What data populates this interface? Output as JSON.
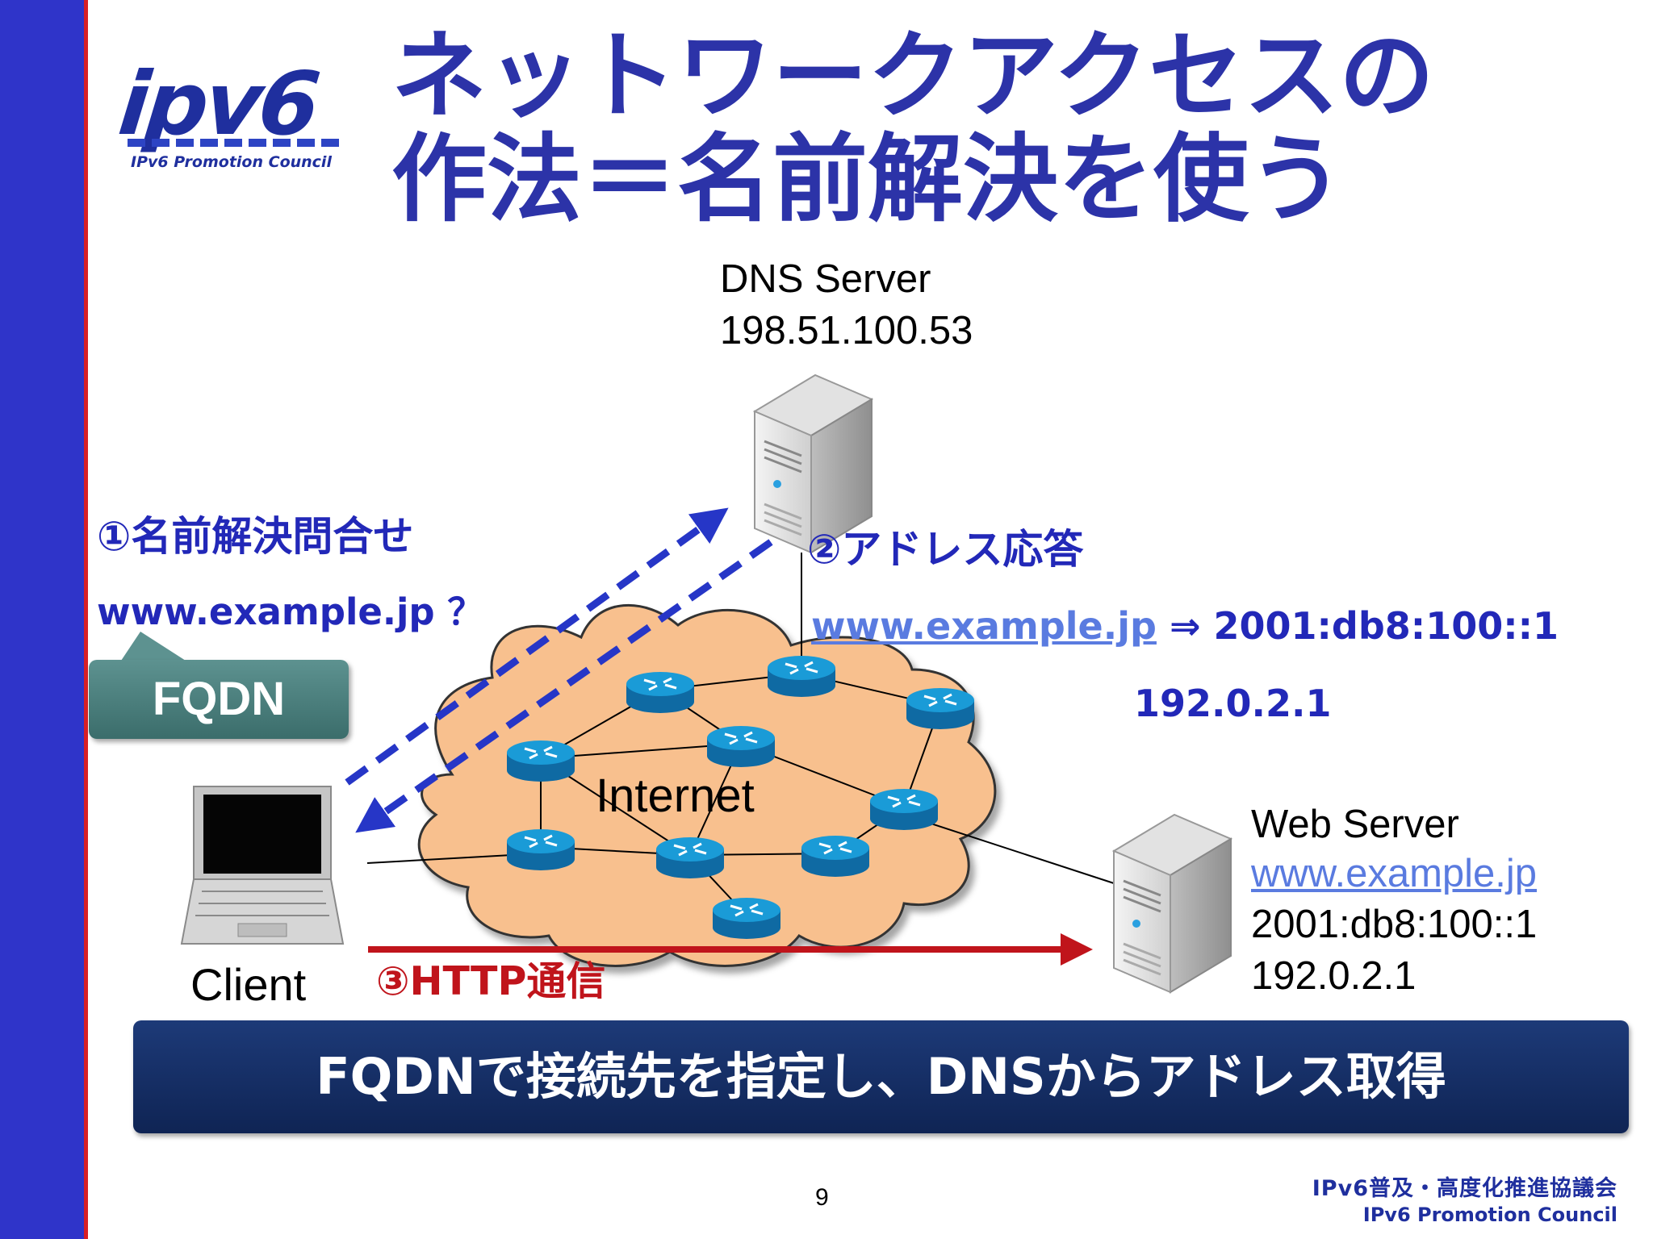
{
  "logo": {
    "mark": "ipv6",
    "subtitle": "IPv6 Promotion Council"
  },
  "title": {
    "line1": "ネットワークアクセスの",
    "line2": "作法＝名前解決を使う"
  },
  "dns_server": {
    "label": "DNS Server",
    "ip": "198.51.100.53"
  },
  "step1": {
    "label": "①名前解決問合せ",
    "query": "www.example.jp ？"
  },
  "fqdn_callout": "FQDN",
  "step2": {
    "label": "②アドレス応答",
    "host": "www.example.jp",
    "arrow_ipv6": " ⇒ 2001:db8:100::1",
    "ipv4": "192.0.2.1"
  },
  "internet_label": "Internet",
  "web_server": {
    "label": "Web Server",
    "host": "www.example.jp",
    "ipv6": "2001:db8:100::1",
    "ipv4": "192.0.2.1"
  },
  "client_label": "Client",
  "step3": "③HTTP通信",
  "banner": "FQDNで接続先を指定し、DNSからアドレス取得",
  "page_number": "9",
  "footer": {
    "org_jp": "IPv6普及・高度化推進協議会",
    "org_en": "IPv6 Promotion Council"
  },
  "colors": {
    "accent_blue": "#2f34c9",
    "accent_red": "#d81f26",
    "cloud": "#f8c08e",
    "router": "#1a9bd7",
    "http_arrow": "#c0141b",
    "dns_arrow": "#2636c7"
  }
}
